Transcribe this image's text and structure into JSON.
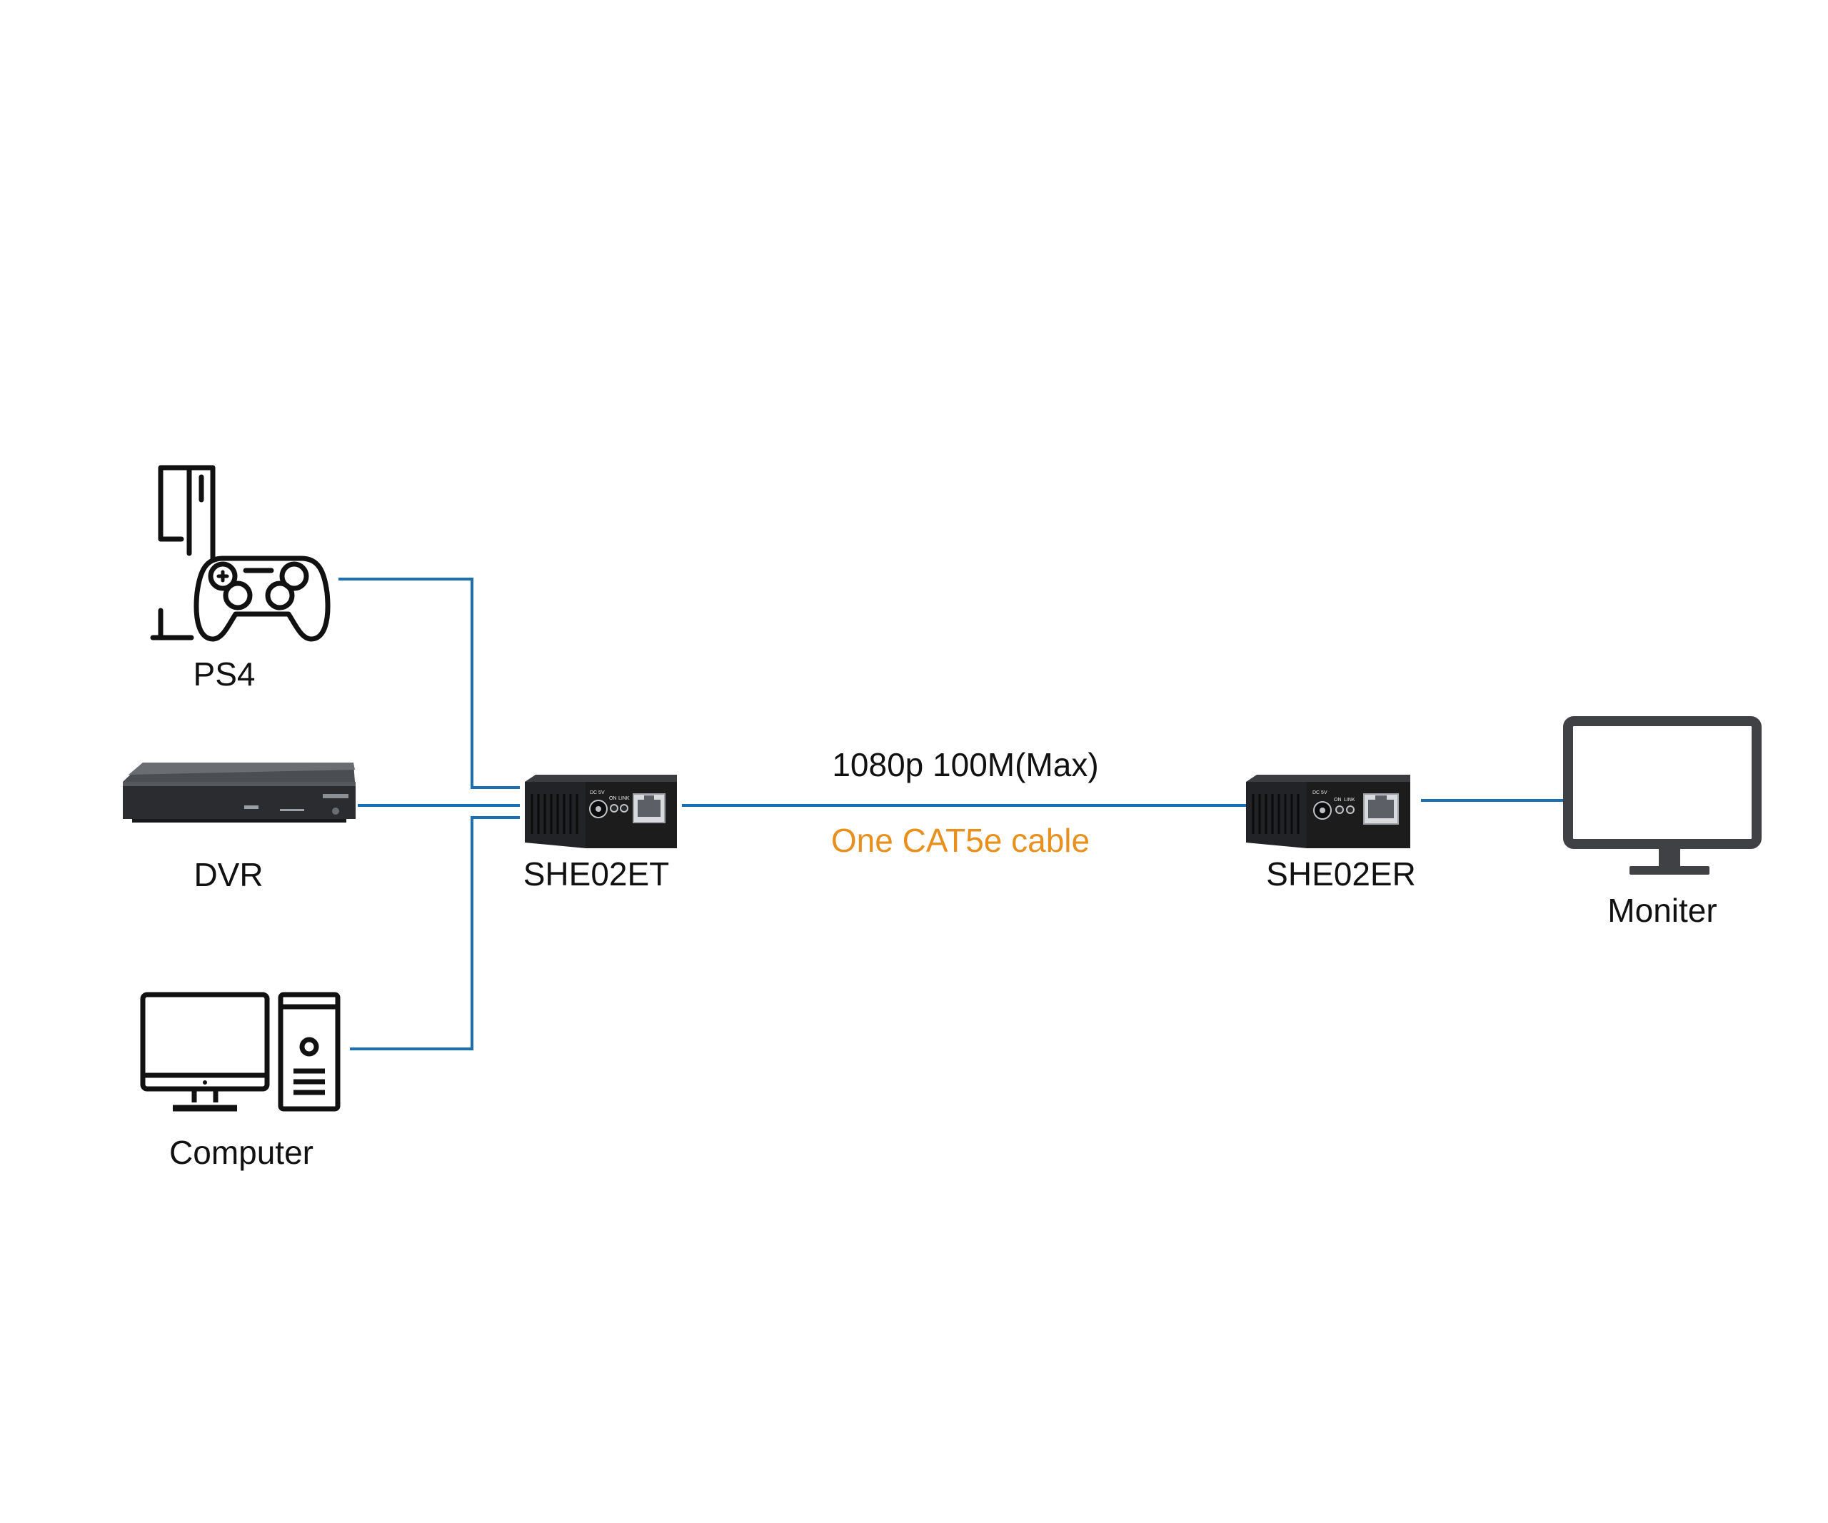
{
  "colors": {
    "wire": "#1a6fb5",
    "cable_note": "#e8901e",
    "icon": "#111111",
    "device_body": "#1c1c1c"
  },
  "sources": {
    "ps4": {
      "label": "PS4",
      "icon": "ps4-console-icon"
    },
    "dvr": {
      "label": "DVR",
      "icon": "dvr-device-icon"
    },
    "computer": {
      "label": "Computer",
      "icon": "computer-icon"
    }
  },
  "transmitter": {
    "label": "SHE02ET",
    "panel_labels": [
      "DC 5V",
      "ON",
      "LINK"
    ]
  },
  "link": {
    "spec": "1080p 100M(Max)",
    "cable": "One CAT5e cable"
  },
  "receiver": {
    "label": "SHE02ER",
    "panel_labels": [
      "DC 5V",
      "ON",
      "LINK"
    ]
  },
  "display": {
    "label": "Moniter",
    "icon": "monitor-icon"
  }
}
